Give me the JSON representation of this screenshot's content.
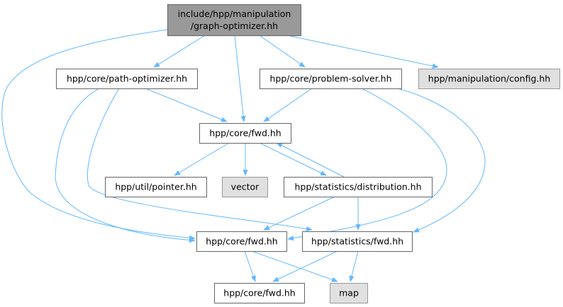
{
  "colors": {
    "edge": "#63b8ff",
    "root_fill": "#999999",
    "root_stroke": "#666666",
    "node_fill": "#ffffff",
    "node_stroke": "#666666",
    "external_fill": "#e0e0e0",
    "external_stroke": "#999999"
  },
  "nodes": {
    "root": {
      "lines": [
        "include/hpp/manipulation",
        "/graph-optimizer.hh"
      ],
      "kind": "root"
    },
    "path_optimizer": {
      "lines": [
        "hpp/core/path-optimizer.hh"
      ],
      "kind": "file"
    },
    "problem_solver": {
      "lines": [
        "hpp/core/problem-solver.hh"
      ],
      "kind": "file"
    },
    "manip_config": {
      "lines": [
        "hpp/manipulation/config.hh"
      ],
      "kind": "external"
    },
    "core_fwd_mid": {
      "lines": [
        "hpp/core/fwd.hh"
      ],
      "kind": "file"
    },
    "util_pointer": {
      "lines": [
        "hpp/util/pointer.hh"
      ],
      "kind": "file"
    },
    "vector": {
      "lines": [
        "vector"
      ],
      "kind": "external"
    },
    "stat_distribution": {
      "lines": [
        "hpp/statistics/distribution.hh"
      ],
      "kind": "file"
    },
    "core_fwd_low": {
      "lines": [
        "hpp/core/fwd.hh"
      ],
      "kind": "file"
    },
    "stat_fwd": {
      "lines": [
        "hpp/statistics/fwd.hh"
      ],
      "kind": "file"
    },
    "core_fwd_bottom": {
      "lines": [
        "hpp/core/fwd.hh"
      ],
      "kind": "file"
    },
    "map": {
      "lines": [
        "map"
      ],
      "kind": "external"
    }
  },
  "edges": [
    {
      "from": "root",
      "to": "path_optimizer"
    },
    {
      "from": "root",
      "to": "core_fwd_mid"
    },
    {
      "from": "root",
      "to": "problem_solver"
    },
    {
      "from": "root",
      "to": "manip_config"
    },
    {
      "from": "root",
      "to": "core_fwd_low"
    },
    {
      "from": "path_optimizer",
      "to": "core_fwd_mid"
    },
    {
      "from": "path_optimizer",
      "to": "core_fwd_low"
    },
    {
      "from": "path_optimizer",
      "to": "stat_fwd"
    },
    {
      "from": "problem_solver",
      "to": "core_fwd_mid"
    },
    {
      "from": "problem_solver",
      "to": "core_fwd_low"
    },
    {
      "from": "problem_solver",
      "to": "stat_fwd"
    },
    {
      "from": "core_fwd_mid",
      "to": "util_pointer"
    },
    {
      "from": "core_fwd_mid",
      "to": "vector"
    },
    {
      "from": "core_fwd_mid",
      "to": "stat_distribution"
    },
    {
      "from": "stat_distribution",
      "to": "core_fwd_mid"
    },
    {
      "from": "stat_distribution",
      "to": "core_fwd_low"
    },
    {
      "from": "stat_distribution",
      "to": "stat_fwd"
    },
    {
      "from": "core_fwd_low",
      "to": "core_fwd_bottom"
    },
    {
      "from": "core_fwd_low",
      "to": "map"
    },
    {
      "from": "stat_fwd",
      "to": "core_fwd_bottom"
    },
    {
      "from": "stat_fwd",
      "to": "map"
    }
  ]
}
